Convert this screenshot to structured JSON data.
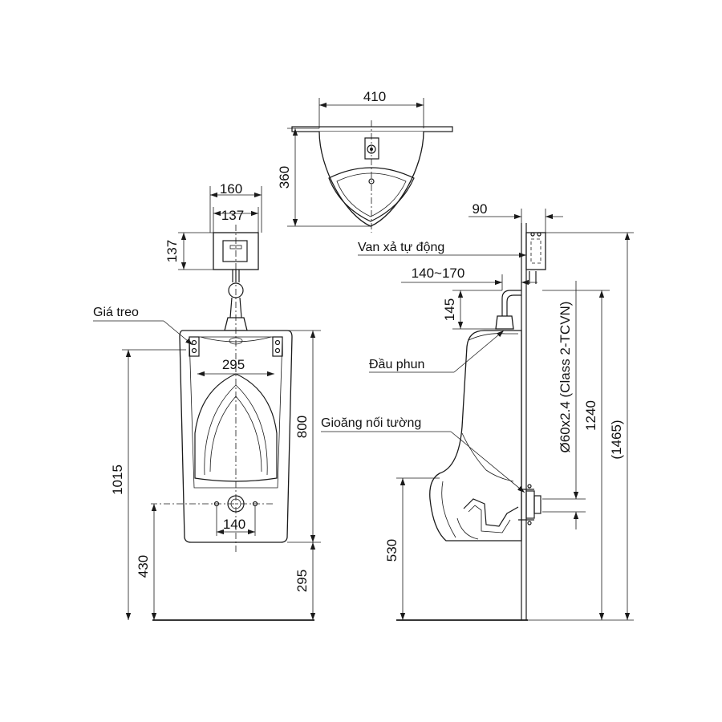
{
  "dimensions": {
    "top_width": "410",
    "top_depth": "360",
    "valve_width_outer": "160",
    "valve_width_inner": "137",
    "valve_height": "137",
    "bowl_inner_width": "295",
    "bowl_height": "800",
    "total_height_front": "1015",
    "floor_to_drain_front": "430",
    "floor_to_bottom_front": "295",
    "drain_spacing": "140",
    "valve_depth": "90",
    "spray_offset": "140~170",
    "spray_height": "145",
    "side_drain_height": "530",
    "pipe_spec": "Ø60x2.4 (Class 2-TCVN)",
    "side_height_1240": "1240",
    "side_height_1465": "(1465)"
  },
  "labels": {
    "hanger": "Giá treo",
    "auto_valve": "Van xả tự động",
    "spray_head": "Đầu phun",
    "wall_gasket": "Gioăng nối tường"
  }
}
